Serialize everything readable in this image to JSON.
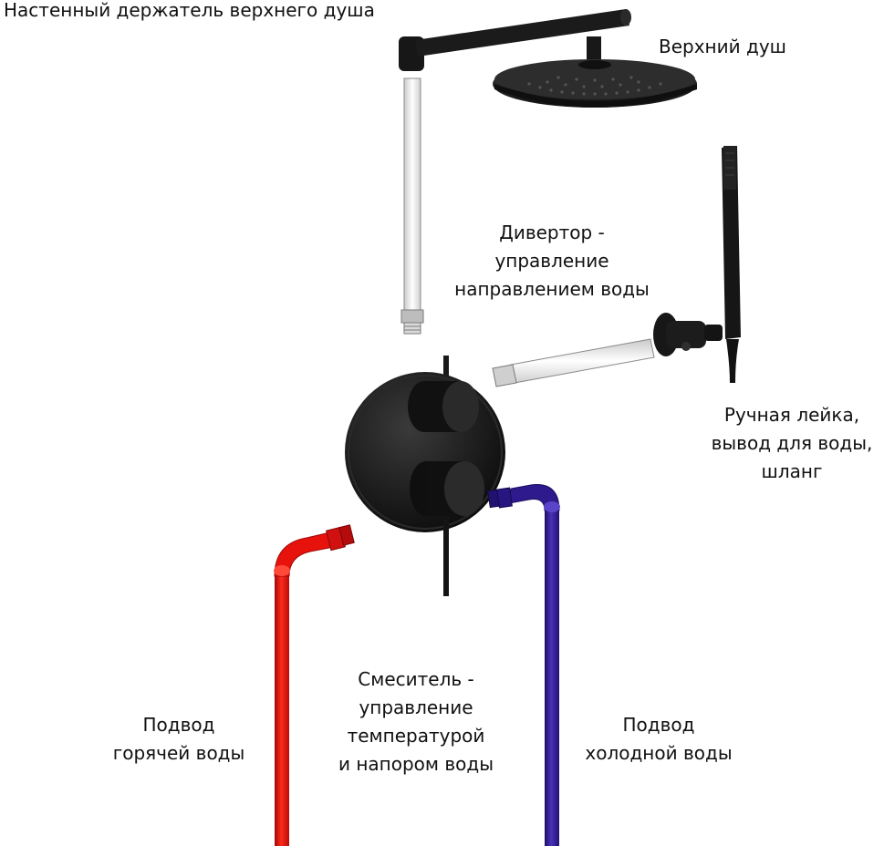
{
  "labels": {
    "wall_holder": "Настенный держатель верхнего душа",
    "overhead_shower": "Верхний душ",
    "diverter": [
      "Дивертор -",
      "управление",
      "направлением воды"
    ],
    "hand_shower": [
      "Ручная лейка,",
      "вывод для воды,",
      "шланг"
    ],
    "mixer": [
      "Смеситель -",
      "управление",
      "температурой",
      "и напором воды"
    ],
    "hot_supply": [
      "Подвод",
      "горячей воды"
    ],
    "cold_supply": [
      "Подвод",
      "холодной воды"
    ]
  },
  "colors": {
    "hot_pipe": "#e8120c",
    "cold_pipe": "#2e1a8c",
    "fixture": "#151515",
    "hose": "#f2f2f2"
  }
}
